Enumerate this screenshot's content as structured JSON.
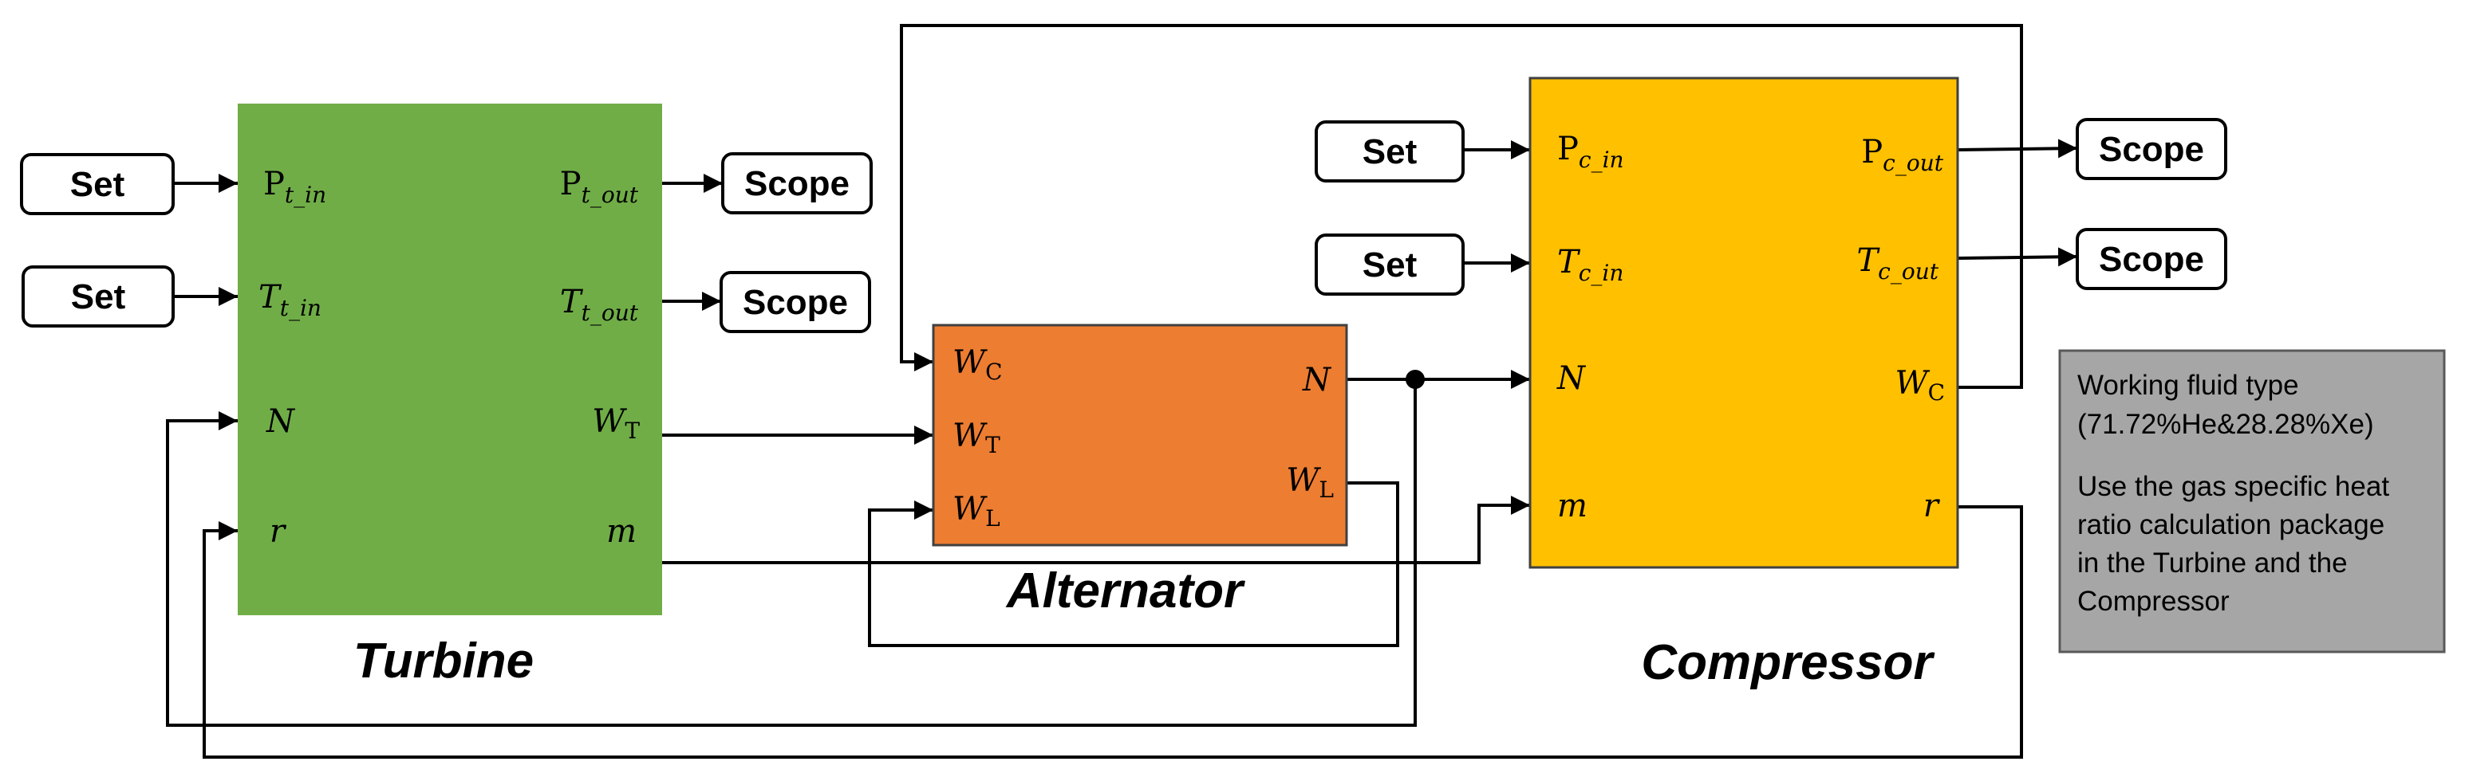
{
  "blocks": {
    "turbine": {
      "title": "Turbine",
      "color": "#70AD47",
      "inputs": {
        "p_in": {
          "base": "P",
          "sub": "t_in"
        },
        "t_in": {
          "base": "T",
          "sub": "t_in"
        },
        "n": {
          "base": "N"
        },
        "r": {
          "base": "r"
        }
      },
      "outputs": {
        "p_out": {
          "base": "P",
          "sub": "t_out"
        },
        "t_out": {
          "base": "T",
          "sub": "t_out"
        },
        "w": {
          "base": "W",
          "sub": "T"
        },
        "m": {
          "base": "m"
        }
      }
    },
    "alternator": {
      "title": "Alternator",
      "color": "#ED7D31",
      "inputs": {
        "wc": {
          "base": "W",
          "sub": "C"
        },
        "wt": {
          "base": "W",
          "sub": "T"
        },
        "wl": {
          "base": "W",
          "sub": "L"
        }
      },
      "outputs": {
        "n": {
          "base": "N"
        },
        "wl": {
          "base": "W",
          "sub": "L"
        }
      }
    },
    "compressor": {
      "title": "Compressor",
      "color": "#FFC000",
      "inputs": {
        "p_in": {
          "base": "P",
          "sub": "c_in"
        },
        "t_in": {
          "base": "T",
          "sub": "c_in"
        },
        "n": {
          "base": "N"
        },
        "m": {
          "base": "m"
        }
      },
      "outputs": {
        "p_out": {
          "base": "P",
          "sub": "c_out"
        },
        "t_out": {
          "base": "T",
          "sub": "c_out"
        },
        "w": {
          "base": "W",
          "sub": "C"
        },
        "r": {
          "base": "r"
        }
      }
    }
  },
  "source_label": "Set",
  "sink_label": "Scope",
  "note": {
    "color": "#A6A6A6",
    "lines": [
      "Working fluid type",
      "(71.72%He&28.28%Xe)",
      "",
      "Use the gas specific heat",
      "ratio calculation package",
      "in the Turbine and the",
      "Compressor"
    ]
  }
}
